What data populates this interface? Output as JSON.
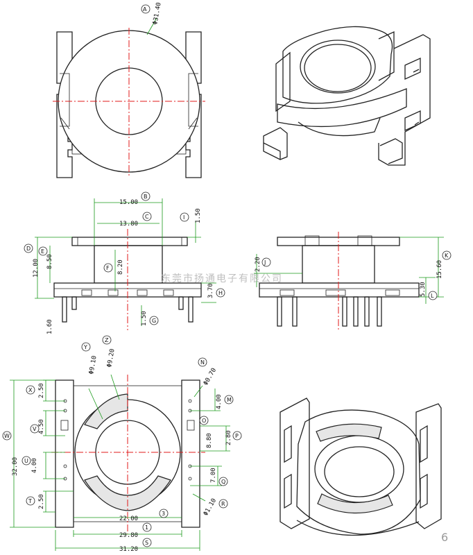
{
  "watermark": "东莞市扬通电子有限公司",
  "page_number": "6",
  "top_view": {
    "callouts": [
      {
        "letter": "A",
        "value": "Φ31.40"
      }
    ]
  },
  "front_view": {
    "callouts": [
      {
        "letter": "B",
        "value": "15.00"
      },
      {
        "letter": "C",
        "value": "13.80"
      },
      {
        "letter": "I",
        "value": "1.50"
      },
      {
        "letter": "D",
        "value": "12.00"
      },
      {
        "letter": "E",
        "value": "8.50"
      },
      {
        "letter": "F",
        "value": "8.20"
      },
      {
        "letter": "H",
        "value": "3.70"
      },
      {
        "letter": "G",
        "value": "1.50"
      },
      {
        "letter": "",
        "value": "1.60"
      }
    ]
  },
  "side_view": {
    "callouts": [
      {
        "letter": "J",
        "value": "2.20"
      },
      {
        "letter": "K",
        "value": "15.60"
      },
      {
        "letter": "L",
        "value": "5.30"
      }
    ]
  },
  "bottom_view": {
    "callouts": [
      {
        "letter": "Y",
        "value": "Φ9.10"
      },
      {
        "letter": "Z",
        "value": "Φ9.20"
      },
      {
        "letter": "N",
        "value": "Φ0.70"
      },
      {
        "letter": "X",
        "value": "2.50"
      },
      {
        "letter": "M",
        "value": "4.00"
      },
      {
        "letter": "V",
        "value": "4.50"
      },
      {
        "letter": "O",
        "value": "8.80"
      },
      {
        "letter": "P",
        "value": "2.80"
      },
      {
        "letter": "U",
        "value": "4.00"
      },
      {
        "letter": "Q",
        "value": "7.00"
      },
      {
        "letter": "T",
        "value": "2.50"
      },
      {
        "letter": "R",
        "value": "Φ1.10"
      },
      {
        "letter": "W",
        "value": "32.00"
      },
      {
        "letter": "3",
        "value": "22.00"
      },
      {
        "letter": "1",
        "value": "29.80"
      },
      {
        "letter": "S",
        "value": "31.20"
      }
    ]
  },
  "colors": {
    "line": "#222222",
    "dimension": "#1a9a1a",
    "centerline": "#e01818"
  }
}
